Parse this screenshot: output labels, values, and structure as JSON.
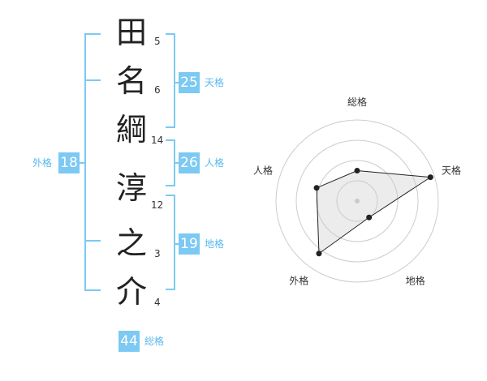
{
  "name_chars": [
    {
      "char": "田",
      "strokes": "5"
    },
    {
      "char": "名",
      "strokes": "6"
    },
    {
      "char": "綱",
      "strokes": "14"
    },
    {
      "char": "淳",
      "strokes": "12"
    },
    {
      "char": "之",
      "strokes": "3"
    },
    {
      "char": "介",
      "strokes": "4"
    }
  ],
  "fortune": {
    "tenkaku": {
      "value": "25",
      "label": "天格"
    },
    "jinkaku": {
      "value": "26",
      "label": "人格"
    },
    "chikaku": {
      "value": "19",
      "label": "地格"
    },
    "gaikaku": {
      "value": "18",
      "label": "外格"
    },
    "soukaku": {
      "value": "44",
      "label": "総格"
    }
  },
  "colors": {
    "accent": "#7cc9f3",
    "label_accent": "#5ab8ee"
  },
  "chart_data": {
    "type": "radar",
    "axes": [
      "総格",
      "天格",
      "地格",
      "外格",
      "人格"
    ],
    "levels": 4,
    "max": 4,
    "values": [
      1.5,
      3.8,
      1.0,
      3.2,
      2.1
    ]
  }
}
